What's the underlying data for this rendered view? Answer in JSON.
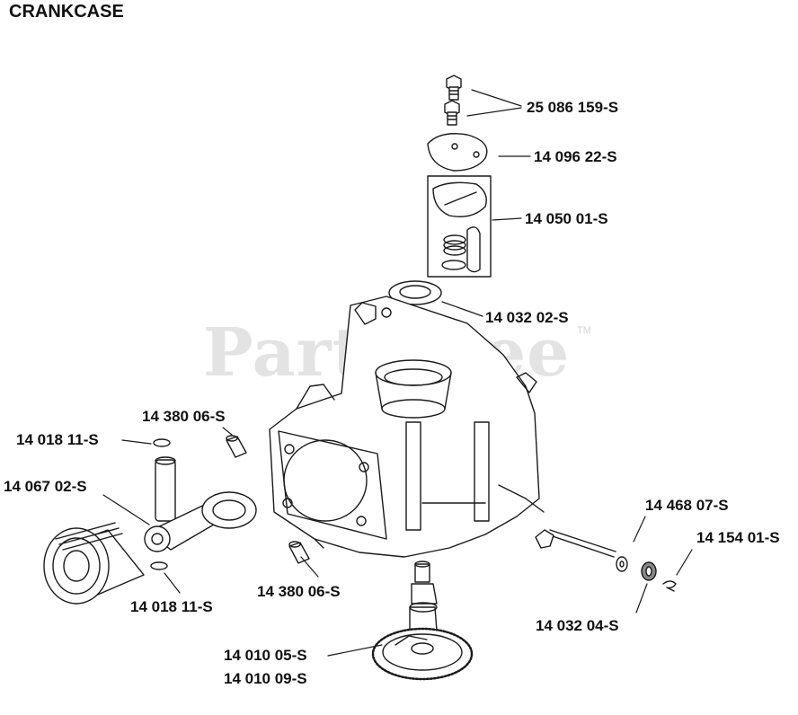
{
  "title": "CRANKCASE",
  "watermark": "PartsTree",
  "watermark_mark": "TM",
  "parts": [
    {
      "id": "p1",
      "number": "25 086 159-S"
    },
    {
      "id": "p2",
      "number": "14 096 22-S"
    },
    {
      "id": "p3",
      "number": "14 050 01-S"
    },
    {
      "id": "p4",
      "number": "14 032 02-S"
    },
    {
      "id": "p5",
      "number": "14 380 06-S"
    },
    {
      "id": "p6",
      "number": "14 018 11-S"
    },
    {
      "id": "p7",
      "number": "14 067 02-S"
    },
    {
      "id": "p8",
      "number": "14 380 06-S"
    },
    {
      "id": "p9",
      "number": "14 018 11-S"
    },
    {
      "id": "p10",
      "number": "14 468 07-S"
    },
    {
      "id": "p11",
      "number": "14 154 01-S"
    },
    {
      "id": "p12",
      "number": "14 032 04-S"
    },
    {
      "id": "p13",
      "number": "14 010 05-S"
    },
    {
      "id": "p14",
      "number": "14 010 09-S"
    }
  ]
}
